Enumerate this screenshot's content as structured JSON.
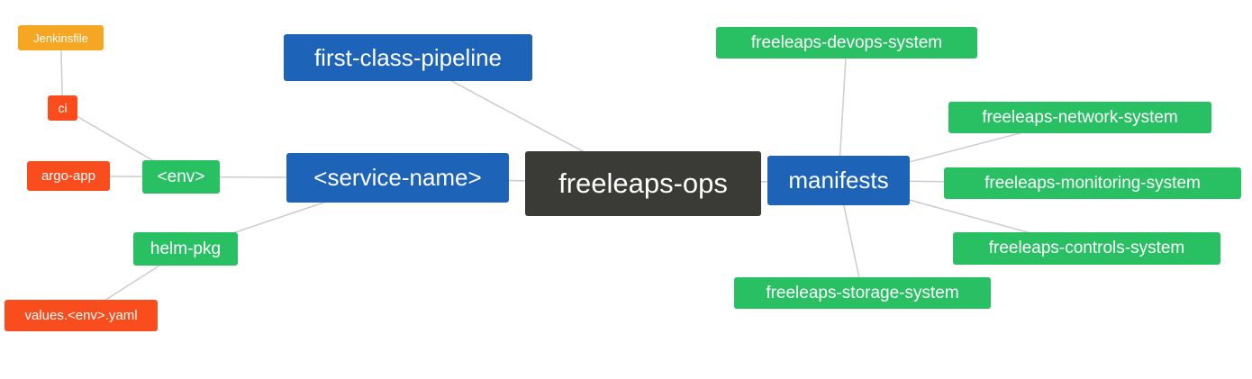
{
  "diagram": {
    "title": "freeleaps-ops mindmap",
    "colors": {
      "root": "#3a3a37",
      "branch": "#1d63b8",
      "leaf_green": "#28c063",
      "leaf_red": "#f94d1d",
      "leaf_orange": "#f5a623",
      "edge": "#cccccc",
      "text": "#ffffff",
      "background": "#ffffff"
    },
    "nodes": [
      {
        "id": "jenkinsfile",
        "label": "Jenkinsfile",
        "color": "#f5a623"
      },
      {
        "id": "ci",
        "label": "ci",
        "color": "#f94d1d"
      },
      {
        "id": "argo-app",
        "label": "argo-app",
        "color": "#f94d1d"
      },
      {
        "id": "env",
        "label": "<env>",
        "color": "#28c063"
      },
      {
        "id": "helm-pkg",
        "label": "helm-pkg",
        "color": "#28c063"
      },
      {
        "id": "values-env-yaml",
        "label": "values.<env>.yaml",
        "color": "#f94d1d"
      },
      {
        "id": "first-class-pipeline",
        "label": "first-class-pipeline",
        "color": "#1d63b8"
      },
      {
        "id": "service-name",
        "label": "<service-name>",
        "color": "#1d63b8"
      },
      {
        "id": "freeleaps-ops",
        "label": "freeleaps-ops",
        "color": "#3a3a37"
      },
      {
        "id": "manifests",
        "label": "manifests",
        "color": "#1d63b8"
      },
      {
        "id": "freeleaps-devops-system",
        "label": "freeleaps-devops-system",
        "color": "#28c063"
      },
      {
        "id": "freeleaps-network-system",
        "label": "freeleaps-network-system",
        "color": "#28c063"
      },
      {
        "id": "freeleaps-monitoring-system",
        "label": "freeleaps-monitoring-system",
        "color": "#28c063"
      },
      {
        "id": "freeleaps-controls-system",
        "label": "freeleaps-controls-system",
        "color": "#28c063"
      },
      {
        "id": "freeleaps-storage-system",
        "label": "freeleaps-storage-system",
        "color": "#28c063"
      }
    ],
    "edges": [
      [
        "jenkinsfile",
        "ci"
      ],
      [
        "ci",
        "env"
      ],
      [
        "argo-app",
        "env"
      ],
      [
        "env",
        "service-name"
      ],
      [
        "helm-pkg",
        "service-name"
      ],
      [
        "values-env-yaml",
        "helm-pkg"
      ],
      [
        "first-class-pipeline",
        "freeleaps-ops"
      ],
      [
        "service-name",
        "freeleaps-ops"
      ],
      [
        "freeleaps-ops",
        "manifests"
      ],
      [
        "manifests",
        "freeleaps-devops-system"
      ],
      [
        "manifests",
        "freeleaps-network-system"
      ],
      [
        "manifests",
        "freeleaps-monitoring-system"
      ],
      [
        "manifests",
        "freeleaps-controls-system"
      ],
      [
        "manifests",
        "freeleaps-storage-system"
      ]
    ]
  }
}
